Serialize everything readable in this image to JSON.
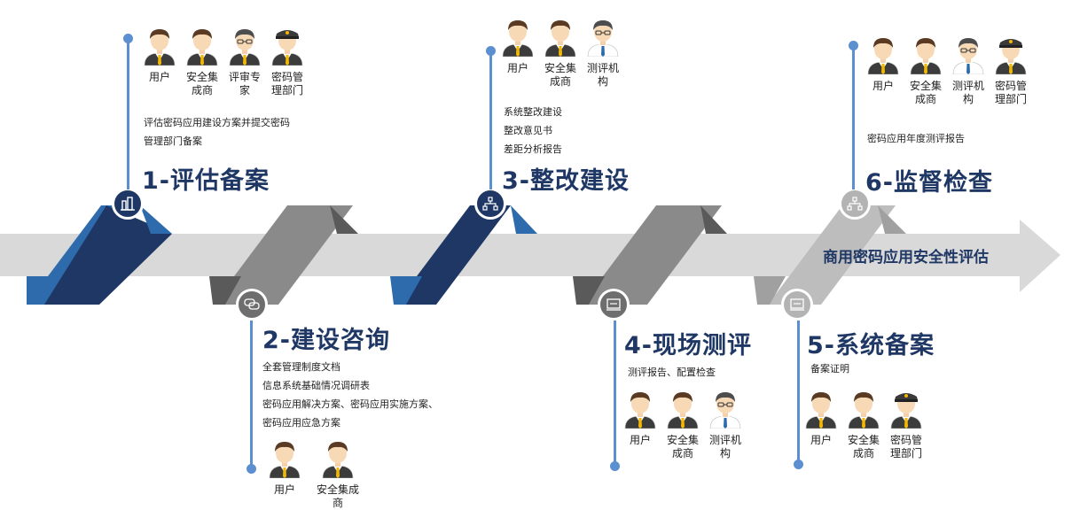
{
  "banner_label": "商用密码应用安全性评估",
  "colors": {
    "navy": "#1f3764",
    "blue": "#2e6bad",
    "gray": "#6e6e6e",
    "light": "#b3b3b3",
    "accent": "#5b8fd0"
  },
  "steps": [
    {
      "title": "1-评估备案",
      "desc": [
        "评估密码应用建设方案并提交密码",
        "管理部门备案"
      ],
      "roles": [
        {
          "label": "用户",
          "icon": "user-icon"
        },
        {
          "label": "安全集成商",
          "icon": "integrator-icon"
        },
        {
          "label": "评审专家",
          "icon": "expert-icon"
        },
        {
          "label": "密码管理部门",
          "icon": "officer-icon"
        }
      ]
    },
    {
      "title": "2-建设咨询",
      "desc": [
        "全套管理制度文档",
        "信息系统基础情况调研表",
        "密码应用解决方案、密码应用实施方案、",
        "密码应用应急方案"
      ],
      "roles": [
        {
          "label": "用户",
          "icon": "user-icon"
        },
        {
          "label": "安全集成商",
          "icon": "integrator-icon"
        }
      ]
    },
    {
      "title": "3-整改建设",
      "desc": [
        "系统整改建设",
        "整改意见书",
        "差距分析报告"
      ],
      "roles": [
        {
          "label": "用户",
          "icon": "user-icon"
        },
        {
          "label": "安全集成商",
          "icon": "integrator-icon"
        },
        {
          "label": "测评机构",
          "icon": "evaluator-icon"
        }
      ]
    },
    {
      "title": "4-现场测评",
      "desc": [
        "测评报告、配置检查"
      ],
      "roles": [
        {
          "label": "用户",
          "icon": "user-icon"
        },
        {
          "label": "安全集成商",
          "icon": "integrator-icon"
        },
        {
          "label": "测评机构",
          "icon": "evaluator-icon"
        }
      ]
    },
    {
      "title": "5-系统备案",
      "desc": [
        "备案证明"
      ],
      "roles": [
        {
          "label": "用户",
          "icon": "user-icon"
        },
        {
          "label": "安全集成商",
          "icon": "integrator-icon"
        },
        {
          "label": "密码管理部门",
          "icon": "officer-icon"
        }
      ]
    },
    {
      "title": "6-监督检查",
      "desc": [
        "密码应用年度测评报告"
      ],
      "roles": [
        {
          "label": "用户",
          "icon": "user-icon"
        },
        {
          "label": "安全集成商",
          "icon": "integrator-icon"
        },
        {
          "label": "测评机构",
          "icon": "evaluator-icon"
        },
        {
          "label": "密码管理部门",
          "icon": "officer-icon"
        }
      ]
    }
  ]
}
